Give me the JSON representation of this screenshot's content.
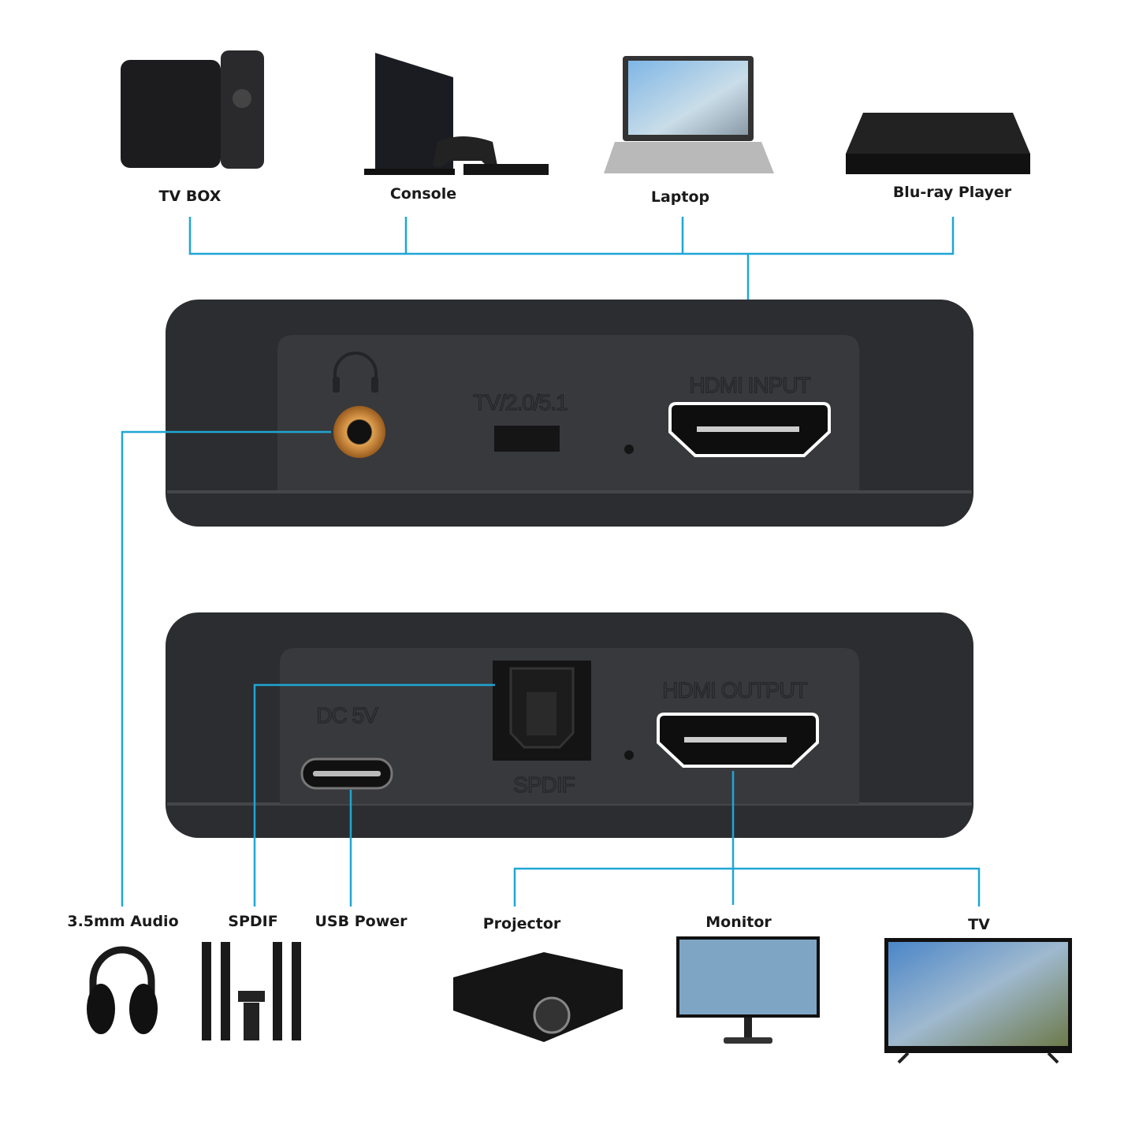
{
  "accent_color": "#1fa6d4",
  "sources": [
    {
      "label": "TV BOX",
      "icon": "tv-box-icon"
    },
    {
      "label": "Console",
      "icon": "game-console-icon"
    },
    {
      "label": "Laptop",
      "icon": "laptop-icon"
    },
    {
      "label": "Blu-ray Player",
      "icon": "bluray-player-icon"
    }
  ],
  "input_panel": {
    "switch_label": "TV/2.0/5.1",
    "hdmi_label": "HDMI INPUT",
    "headphone_icon": "headphone-icon"
  },
  "output_panel": {
    "dc_label": "DC 5V",
    "spdif_label": "SPDIF",
    "hdmi_label": "HDMI OUTPUT"
  },
  "outputs": [
    {
      "label": "3.5mm Audio",
      "icon": "headphones-icon"
    },
    {
      "label": "SPDIF",
      "icon": "speaker-system-icon"
    },
    {
      "label": "USB Power",
      "icon": ""
    },
    {
      "label": "Projector",
      "icon": "projector-icon"
    },
    {
      "label": "Monitor",
      "icon": "monitor-icon"
    },
    {
      "label": "TV",
      "icon": "tv-icon"
    }
  ]
}
